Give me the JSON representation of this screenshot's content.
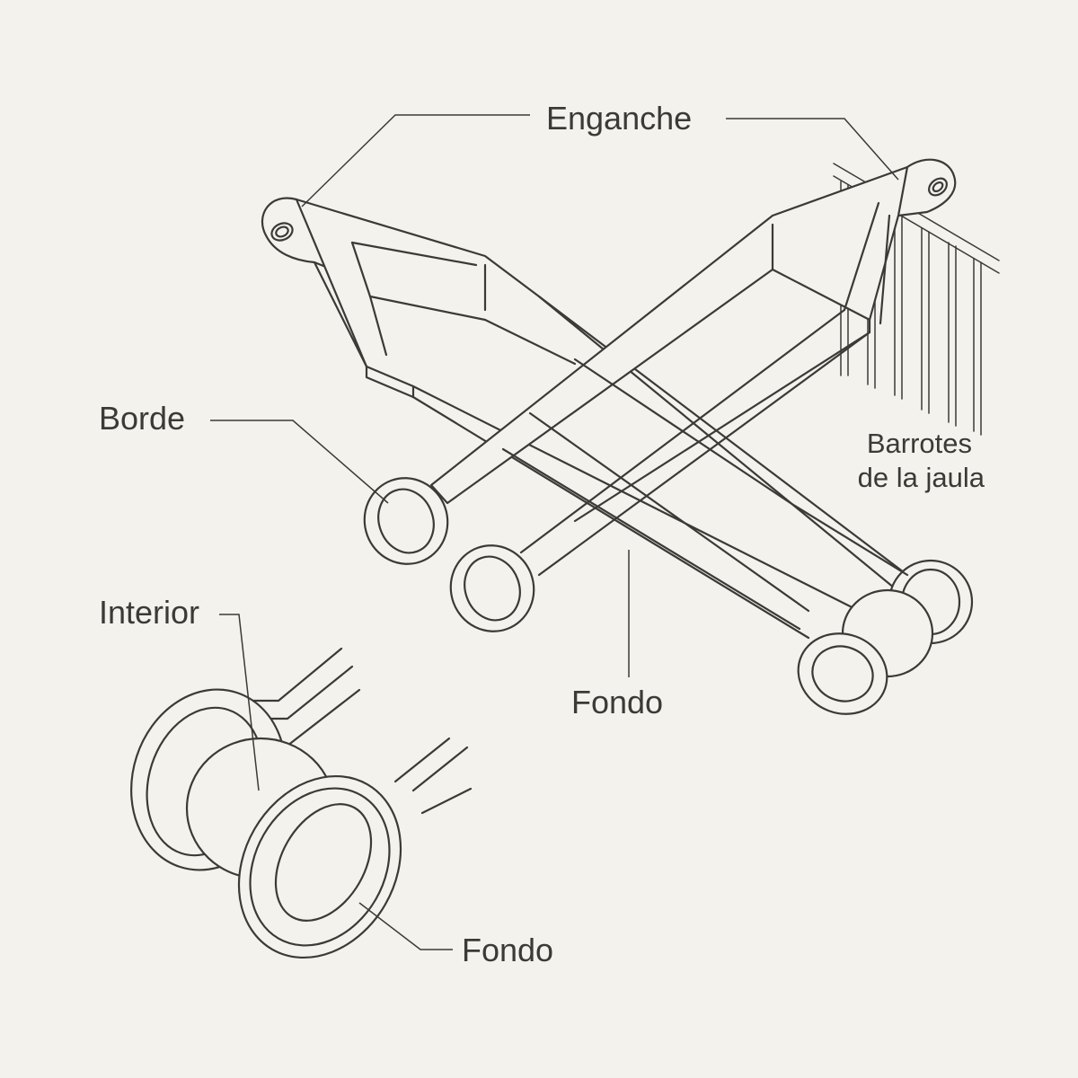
{
  "labels": {
    "enganche": "Enganche",
    "borde": "Borde",
    "barrotes_line1": "Barrotes",
    "barrotes_line2": "de la jaula",
    "fondo_top": "Fondo",
    "interior": "Interior",
    "fondo_bottom": "Fondo"
  },
  "colors": {
    "background": "#f3f2ed",
    "ink": "#3b3a36"
  }
}
